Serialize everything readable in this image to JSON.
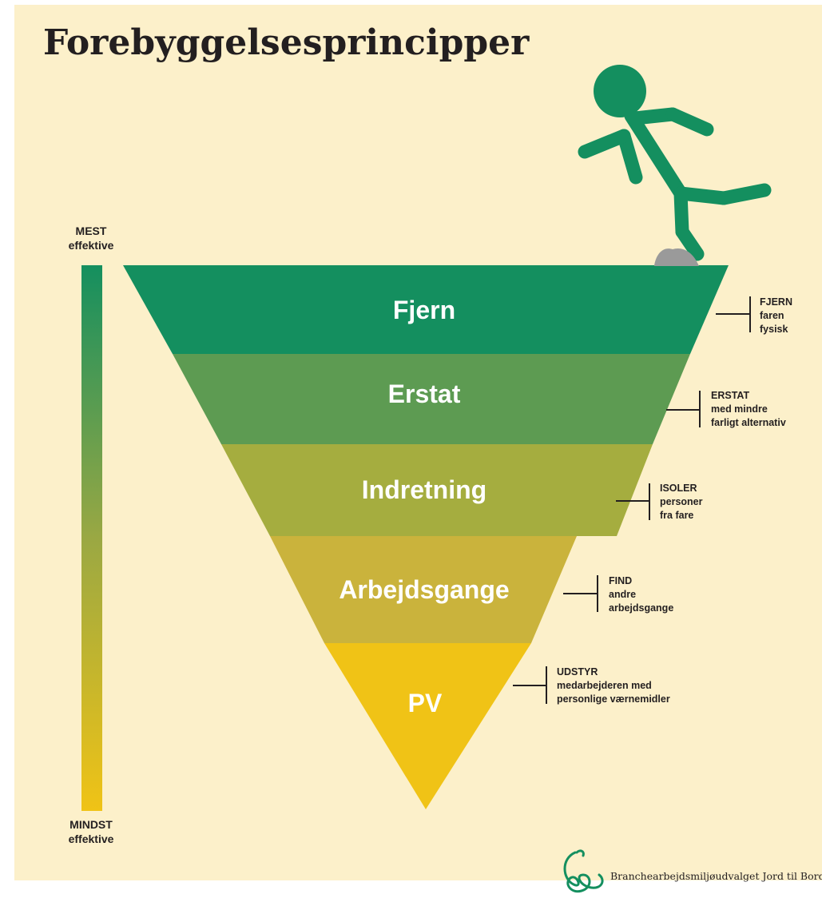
{
  "title": "Forebyggelsesprincipper",
  "scale": {
    "top_line1": "MEST",
    "top_line2": "effektive",
    "bottom_line1": "MINDST",
    "bottom_line2": "effektive"
  },
  "layers": [
    {
      "label": "Fjern",
      "color": "#148f5f"
    },
    {
      "label": "Erstat",
      "color": "#5d9b52"
    },
    {
      "label": "Indretning",
      "color": "#a5ad3f"
    },
    {
      "label": "Arbejdsgange",
      "color": "#cab33c"
    },
    {
      "label": "PV",
      "color": "#f0c316"
    }
  ],
  "notes": [
    {
      "lines": [
        "FJERN",
        "faren",
        "fysisk"
      ]
    },
    {
      "lines": [
        "ERSTAT",
        "med mindre",
        "farligt alternativ"
      ]
    },
    {
      "lines": [
        "ISOLER",
        "personer",
        "fra fare"
      ]
    },
    {
      "lines": [
        "FIND",
        "andre",
        "arbejdsgange"
      ]
    },
    {
      "lines": [
        "UDSTYR",
        "medarbejderen med",
        "personlige værnemidler"
      ]
    }
  ],
  "logo_text": "Branchearbejdsmiljøudvalget Jord til Bord",
  "colors": {
    "background": "#fcf0ca",
    "figure": "#148f5f",
    "rock": "#9a9a9a",
    "text": "#231f20"
  }
}
